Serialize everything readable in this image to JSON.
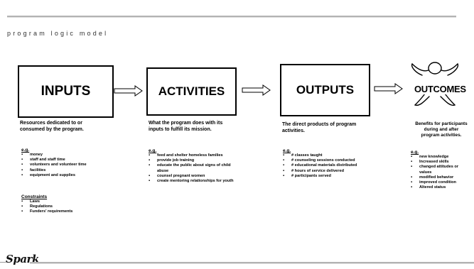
{
  "header": {
    "subtitle": "program logic model"
  },
  "stages": {
    "inputs": {
      "title": "INPUTS",
      "description": "Resources dedicated to or consumed by the program.",
      "eg_label": "e.g.",
      "examples": [
        "money",
        "staff and staff time",
        "volunteers and volunteer time",
        "facilities",
        "equipment and supplies"
      ],
      "constraints_label": "Constraints",
      "constraints": [
        "Laws",
        "Regulations",
        "Funders' requirements"
      ]
    },
    "activities": {
      "title": "ACTIVITIES",
      "description": "What the program does with its inputs to fulfill its mission.",
      "eg_label": "e.g.",
      "examples": [
        "feed and shelter homeless families",
        "provide job training",
        "educate the public about signs of child abuse",
        "counsel pregnant women",
        "create mentoring relationships for youth"
      ]
    },
    "outputs": {
      "title": "OUTPUTS",
      "description": "The direct products of program activities.",
      "eg_label": "e.g.",
      "examples": [
        "# classes taught",
        "# counseling sessions conducted",
        "# educational materials distributed",
        "# hours of service delivered",
        "# participants served"
      ]
    },
    "outcomes": {
      "title": "OUTCOMES",
      "description": "Benefits for participants during and after program activities.",
      "eg_label": "e.g.",
      "examples": [
        "new knowledge",
        "Increased skills",
        "changed attitudes or values",
        "modified behavior",
        "improved condition",
        "Altered status"
      ]
    }
  },
  "footer": {
    "logo_text": "Spark"
  },
  "colors": {
    "rule": "#b3b3b3",
    "text": "#000000"
  }
}
